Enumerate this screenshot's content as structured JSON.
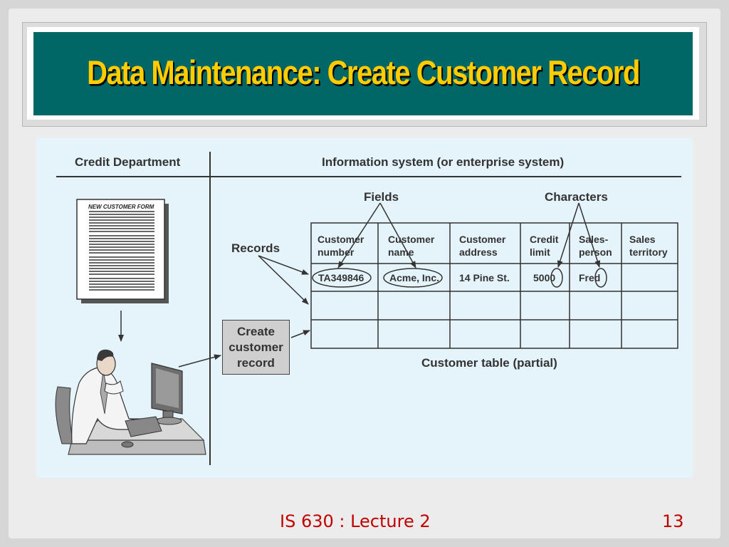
{
  "slide": {
    "title": "Data Maintenance: Create Customer Record",
    "footer": "IS 630 : Lecture 2",
    "page_number": "13"
  },
  "diagram": {
    "left_heading": "Credit Department",
    "right_heading": "Information system (or enterprise system)",
    "form_title": "NEW CUSTOMER FORM",
    "fields_label": "Fields",
    "characters_label": "Characters",
    "records_label": "Records",
    "create_box": "Create\ncustomer\nrecord",
    "table_caption": "Customer table (partial)",
    "table": {
      "headers": [
        "Customer\nnumber",
        "Customer\nname",
        "Customer\naddress",
        "Credit\nlimit",
        "Sales-\nperson",
        "Sales\nterritory"
      ],
      "rows": [
        [
          "TA349846",
          "Acme, Inc.",
          "14 Pine St.",
          "5000",
          "Fred",
          ""
        ],
        [
          "",
          "",
          "",
          "",
          "",
          ""
        ],
        [
          "",
          "",
          "",
          "",
          "",
          ""
        ]
      ]
    }
  },
  "colors": {
    "title_bar": "#006666",
    "title_text": "#ffcc00",
    "diagram_bg": "#e5f3fb",
    "footer_text": "#c00000"
  }
}
